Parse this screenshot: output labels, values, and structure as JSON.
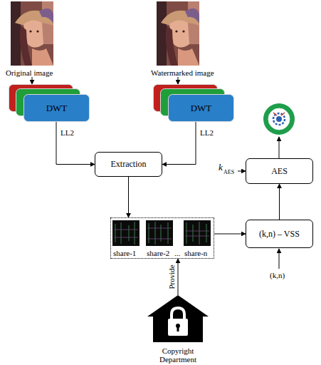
{
  "diagram": {
    "nodes": [
      {
        "text": [
          "Original image"
        ]
      },
      {
        "text": [
          "Watermarked image"
        ]
      },
      {
        "text": [
          "DWT"
        ]
      },
      {
        "text": [
          "DWT"
        ]
      },
      {
        "text": [
          "Extraction"
        ]
      },
      {
        "text": [
          "share-1",
          "share-2",
          "...",
          "share-n"
        ]
      },
      {
        "text": [
          "(k,n) – VSS"
        ]
      },
      {
        "text": [
          "AES"
        ]
      },
      {
        "text": [
          "Copyright Department"
        ]
      }
    ],
    "edges": [
      {
        "from": 0,
        "to": 2,
        "arrow": "to"
      },
      {
        "from": 1,
        "to": 3,
        "arrow": "to"
      },
      {
        "from": 2,
        "to": 4,
        "arrow": "to",
        "label": "LL2"
      },
      {
        "from": 3,
        "to": 4,
        "arrow": "to",
        "label": "LL2"
      },
      {
        "from": 4,
        "to": 5,
        "arrow": "to"
      },
      {
        "from": 5,
        "to": 6,
        "arrow": "to"
      },
      {
        "from": 6,
        "to": 7,
        "arrow": "to"
      },
      {
        "from": 8,
        "to": 5,
        "arrow": "to",
        "label": "Provide"
      }
    ],
    "labels": [
      "k",
      "AES",
      "(k,n)"
    ]
  }
}
